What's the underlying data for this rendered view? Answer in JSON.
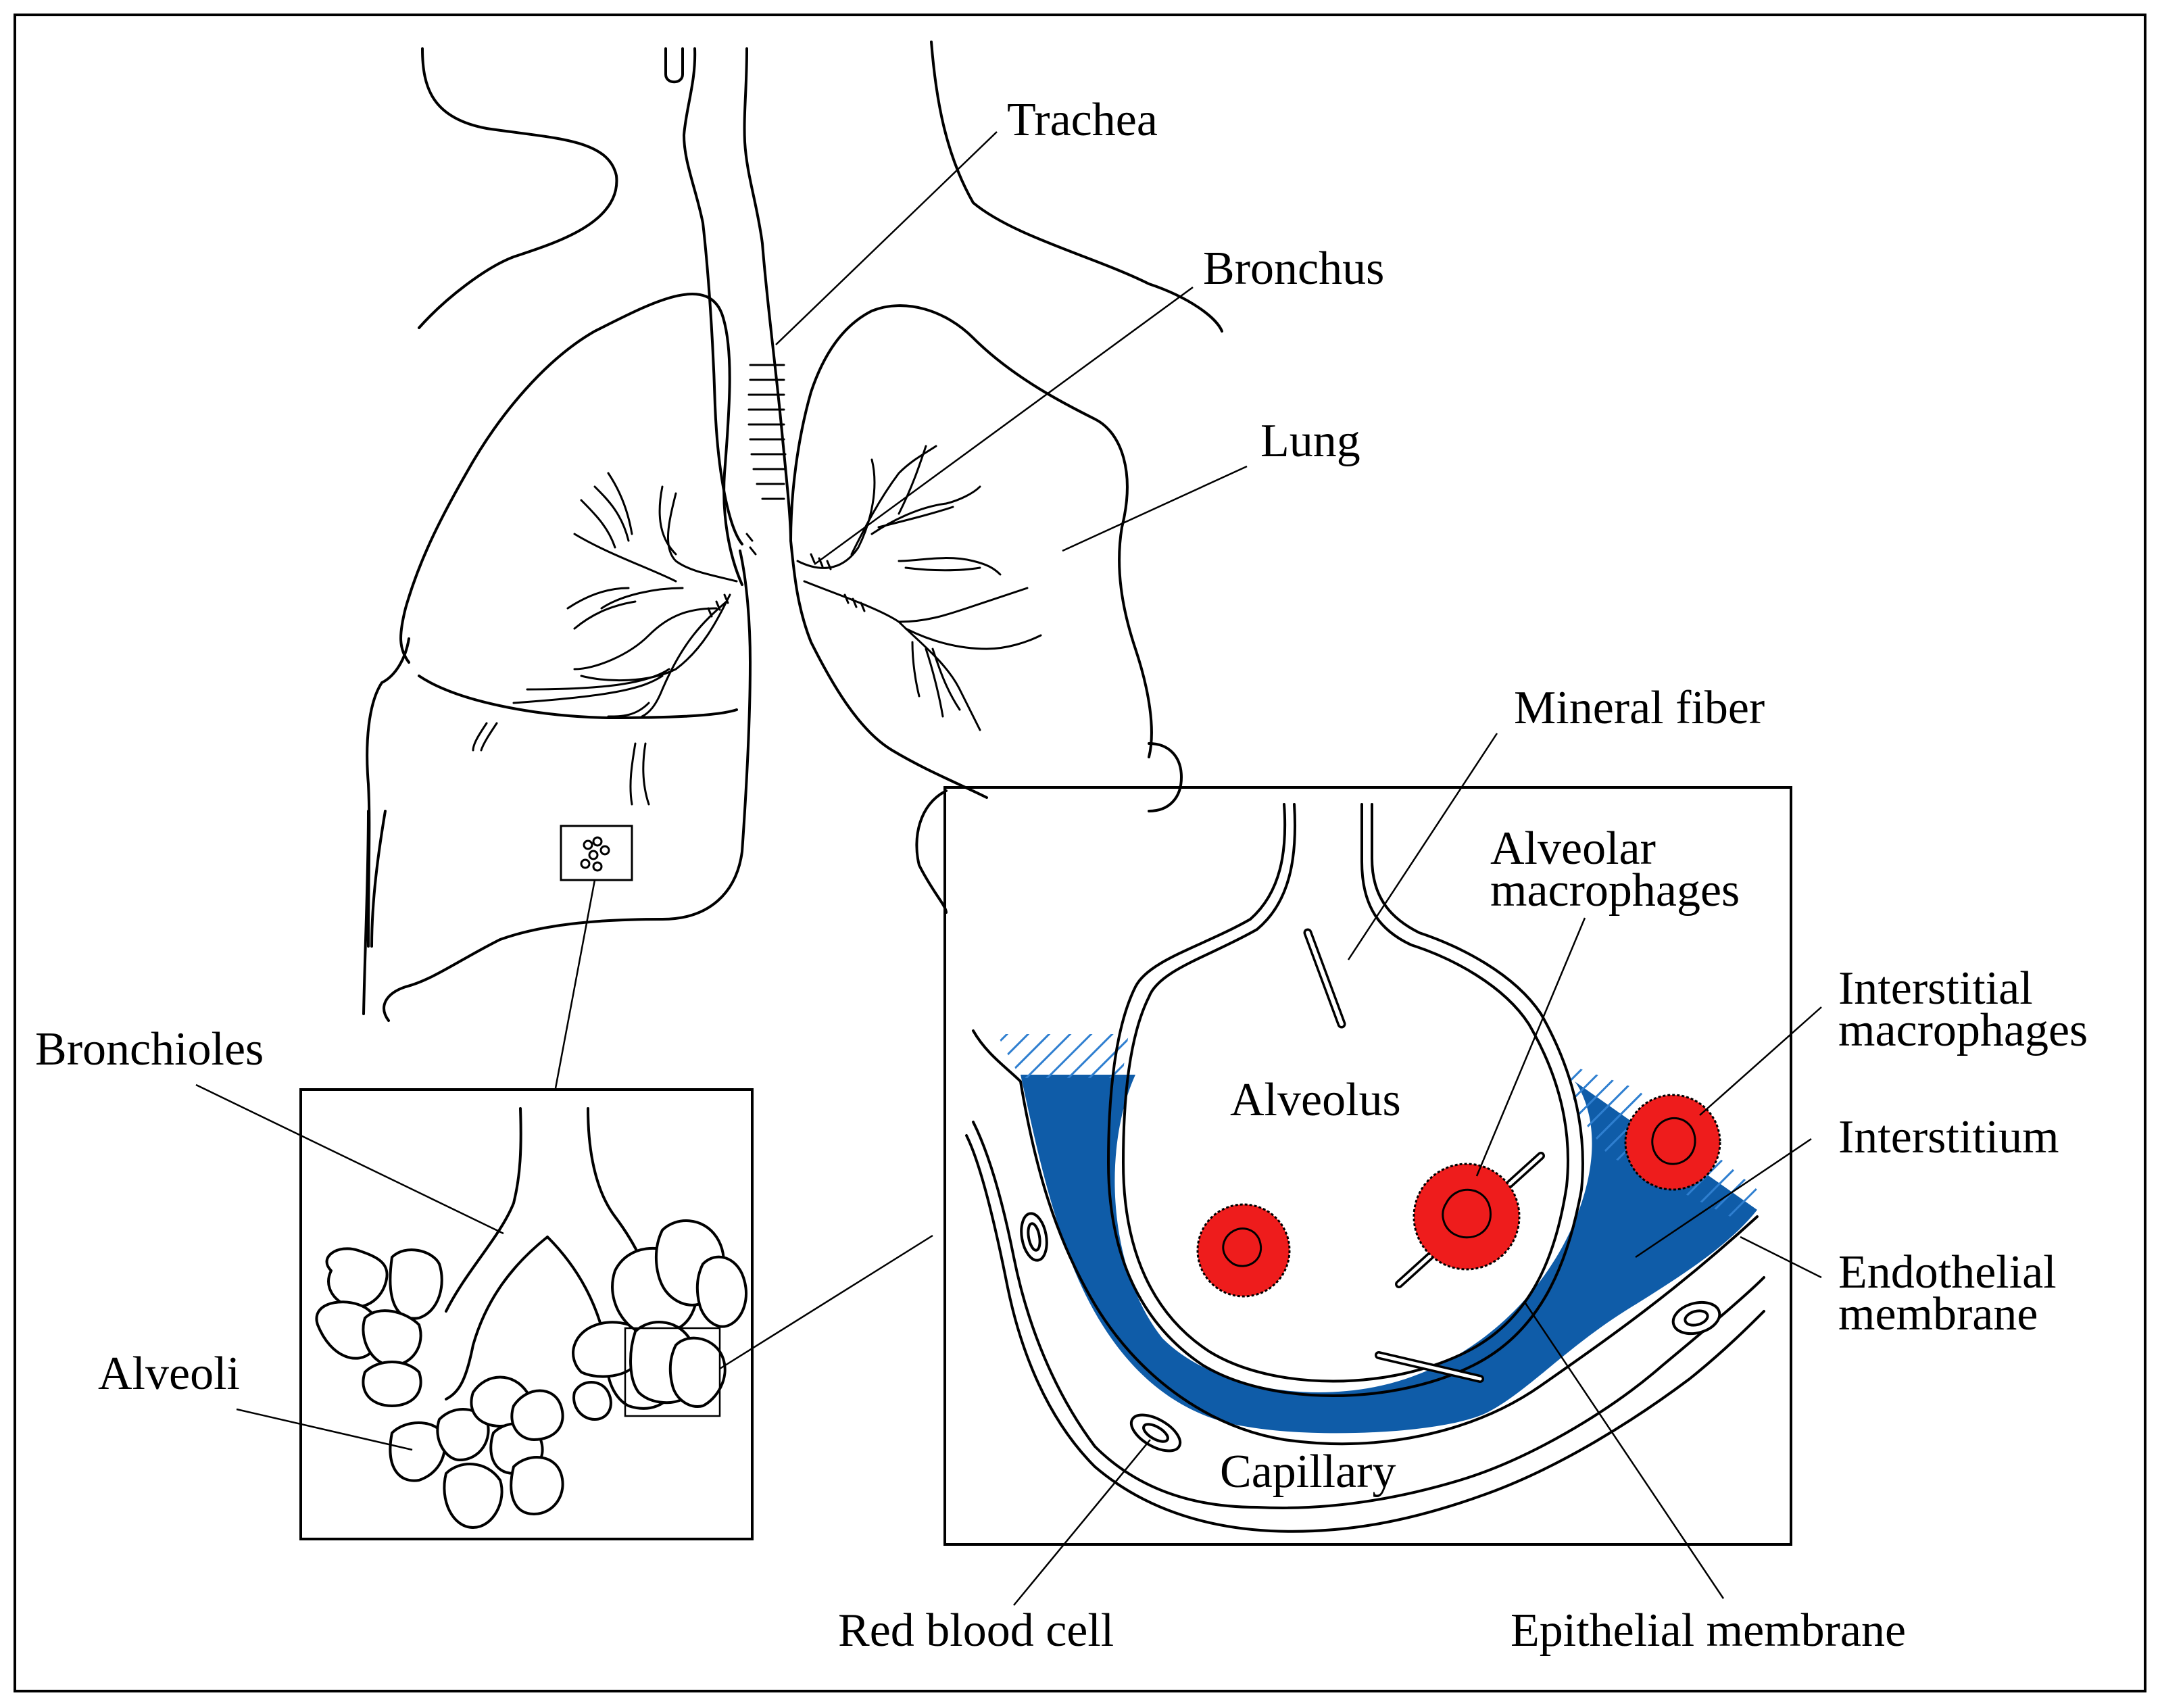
{
  "colors": {
    "interstitium": "#0f5ca8",
    "macrophage": "#ee1c1c",
    "hatch": "#2f7fd0",
    "line": "#000000",
    "background": "#ffffff"
  },
  "labels": {
    "trachea": "Trachea",
    "bronchus": "Bronchus",
    "lung": "Lung",
    "bronchioles": "Bronchioles",
    "alveoli": "Alveoli",
    "mineral_fiber": "Mineral fiber",
    "alveolar_macrophages_1": "Alveolar",
    "alveolar_macrophages_2": "macrophages",
    "interstitial_macrophages_1": "Interstitial",
    "interstitial_macrophages_2": "macrophages",
    "interstitium": "Interstitium",
    "endothelial_membrane_1": "Endothelial",
    "endothelial_membrane_2": "membrane",
    "alveolus": "Alveolus",
    "capillary": "Capillary",
    "red_blood_cell": "Red blood cell",
    "epithelial_membrane": "Epithelial membrane"
  }
}
